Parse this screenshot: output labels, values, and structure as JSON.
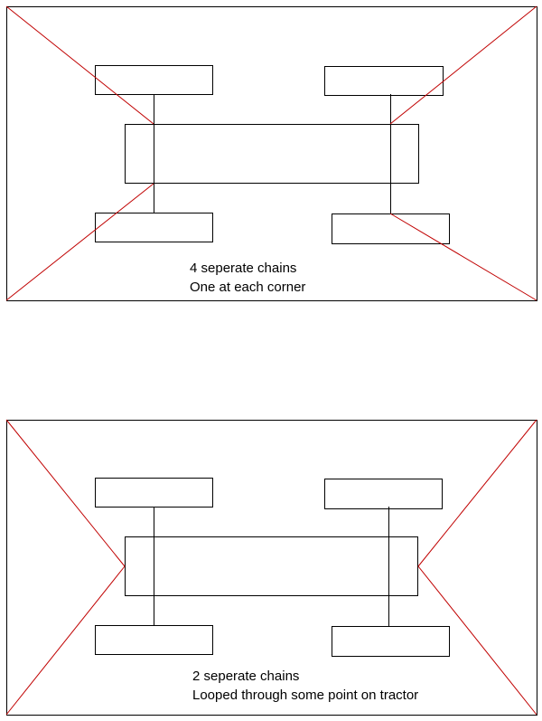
{
  "colors": {
    "chain": "#c00000",
    "outline": "#000000"
  },
  "diagrams": [
    {
      "caption_line1": "4 seperate chains",
      "caption_line2": "One at each corner"
    },
    {
      "caption_line1": "2 seperate chains",
      "caption_line2": "Looped through some point on tractor"
    }
  ]
}
